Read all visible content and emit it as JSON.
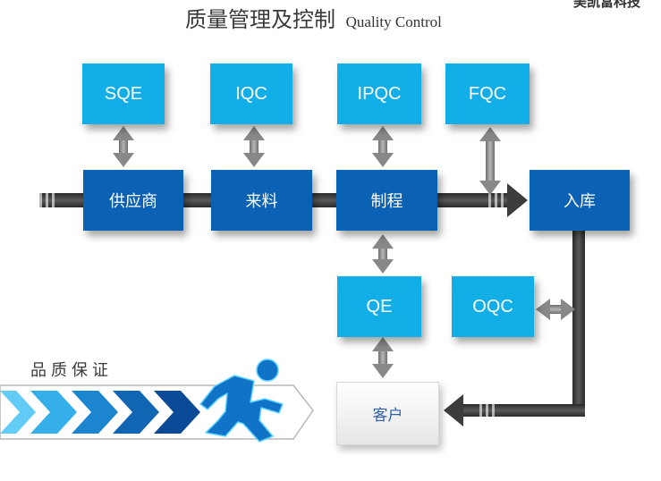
{
  "header": {
    "title_cn": "质量管理及控制",
    "title_en": "Quality Control",
    "corner_text": "美凯富科技"
  },
  "flow": {
    "sqe": "SQE",
    "iqc": "IQC",
    "ipqc": "IPQC",
    "fqc": "FQC",
    "supplier": "供应商",
    "incoming": "来料",
    "process": "制程",
    "warehouse": "入库",
    "qe": "QE",
    "oqc": "OQC",
    "customer": "客户"
  },
  "banner": {
    "label": "品质保证"
  },
  "colors": {
    "light_box": "#12aee8",
    "dark_box": "#0b62b4",
    "line_dark": "#3d3d3d",
    "arrow_gray": "#8a8a8a",
    "chevron_light": "#4fc3f7",
    "chevron_dark": "#0b4a96"
  },
  "icons": [
    "double-arrow-icon",
    "running-man-icon",
    "chevron-arrow-icon"
  ]
}
